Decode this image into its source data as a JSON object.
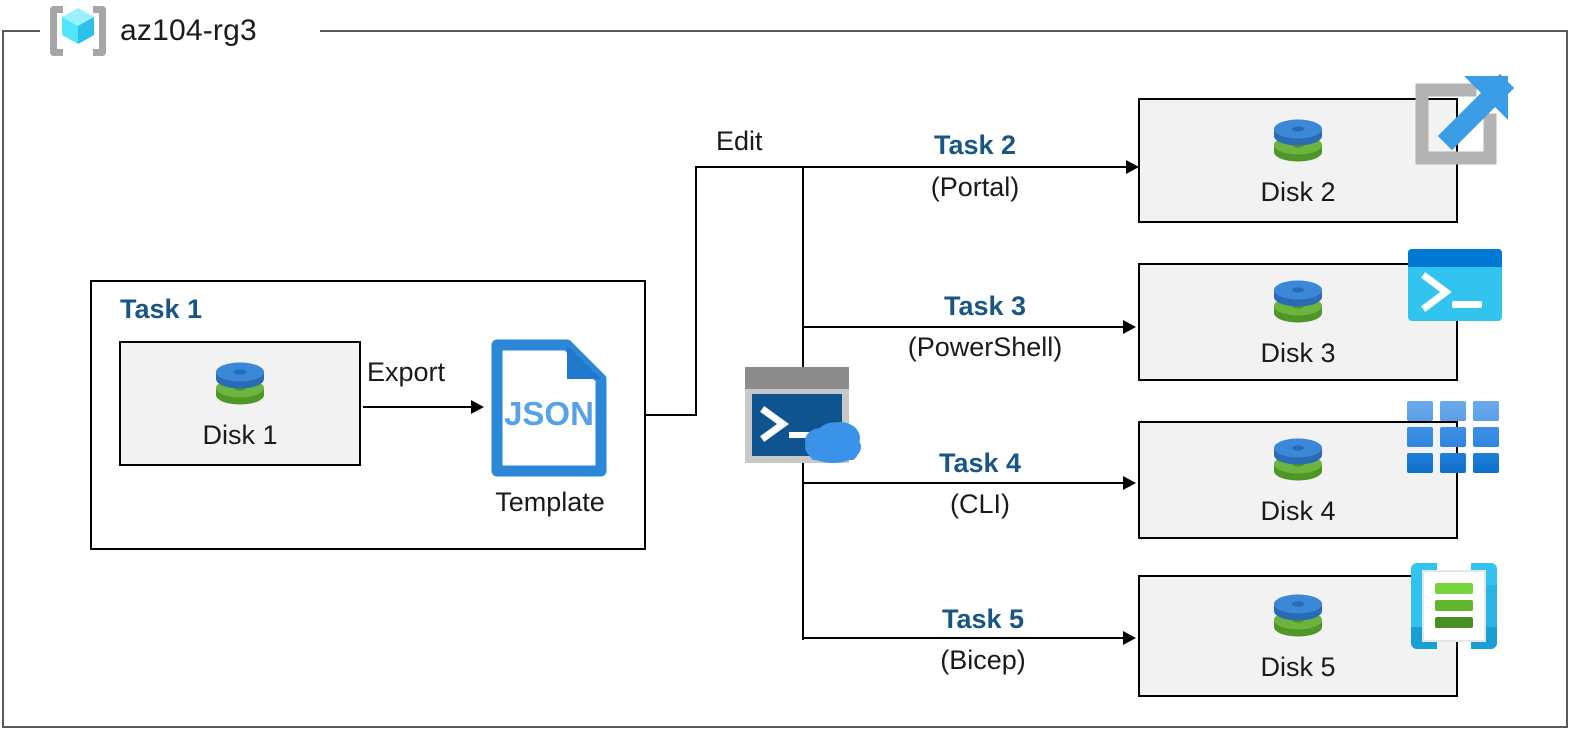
{
  "diagram": {
    "title": "Azure disk deployment tasks diagram",
    "resource_group": {
      "name": "az104-rg3",
      "icon": "resource-group-cube-icon"
    },
    "task1": {
      "label": "Task 1",
      "disk": {
        "caption": "Disk 1",
        "icon": "disk-icon"
      },
      "export_label": "Export",
      "template": {
        "file_type": "JSON",
        "caption": "Template",
        "icon": "json-file-icon"
      }
    },
    "edit_label": "Edit",
    "cloud_shell": {
      "icon": "cloud-shell-icon"
    },
    "tasks": [
      {
        "id": "task2",
        "label": "Task 2",
        "method": "(Portal)",
        "disk_caption": "Disk 2",
        "icon": "portal-external-link-icon"
      },
      {
        "id": "task3",
        "label": "Task 3",
        "method": "(PowerShell)",
        "disk_caption": "Disk 3",
        "icon": "powershell-icon"
      },
      {
        "id": "task4",
        "label": "Task 4",
        "method": "(CLI)",
        "disk_caption": "Disk 4",
        "icon": "cli-grid-icon"
      },
      {
        "id": "task5",
        "label": "Task 5",
        "method": "(Bicep)",
        "disk_caption": "Disk 5",
        "icon": "bicep-icon"
      }
    ],
    "colors": {
      "task_label_blue": "#1a5684",
      "frame_gray": "#595959",
      "box_fill": "#f2f2f2",
      "disk_blue": "#3b87d8",
      "disk_green": "#6cb33f",
      "json_blue": "#2b88d8",
      "cyan": "#32c3ef",
      "cloud_blue": "#3a93e8"
    }
  }
}
